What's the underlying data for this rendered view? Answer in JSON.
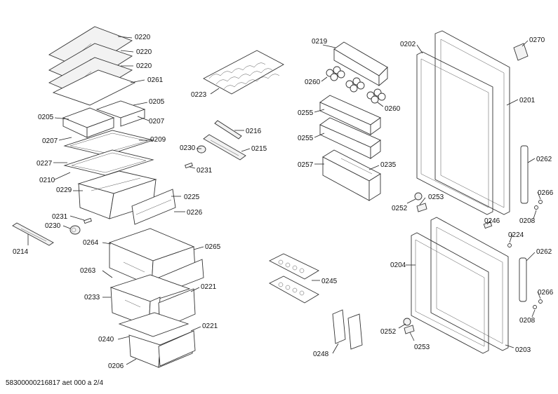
{
  "footer": "58300000216817 aet 000 a 2/4",
  "labels": {
    "l0220a": "0220",
    "l0220b": "0220",
    "l0220c": "0220",
    "l0261": "0261",
    "l0205a": "0205",
    "l0205b": "0205",
    "l0207a": "0207",
    "l0207b": "0207",
    "l0209": "0209",
    "l0227": "0227",
    "l0210": "0210",
    "l0229": "0229",
    "l0225": "0225",
    "l0226": "0226",
    "l0231a": "0231",
    "l0230a": "0230",
    "l0214": "0214",
    "l0223": "0223",
    "l0216": "0216",
    "l0230b": "0230",
    "l0215": "0215",
    "l0231b": "0231",
    "l0264": "0264",
    "l0265": "0265",
    "l0263": "0263",
    "l0233": "0233",
    "l0221a": "0221",
    "l0240": "0240",
    "l0221b": "0221",
    "l0206": "0206",
    "l0219": "0219",
    "l0260a": "0260",
    "l0260b": "0260",
    "l0255a": "0255",
    "l0255b": "0255",
    "l0257": "0257",
    "l0235": "0235",
    "l0245": "0245",
    "l0248": "0248",
    "l0202": "0202",
    "l0270": "0270",
    "l0201": "0201",
    "l0262a": "0262",
    "l0266a": "0266",
    "l0208a": "0208",
    "l0252a": "0252",
    "l0253a": "0253",
    "l0246": "0246",
    "l0224": "0224",
    "l0204": "0204",
    "l0262b": "0262",
    "l0266b": "0266",
    "l0208b": "0208",
    "l0252b": "0252",
    "l0253b": "0253",
    "l0203": "0203"
  }
}
